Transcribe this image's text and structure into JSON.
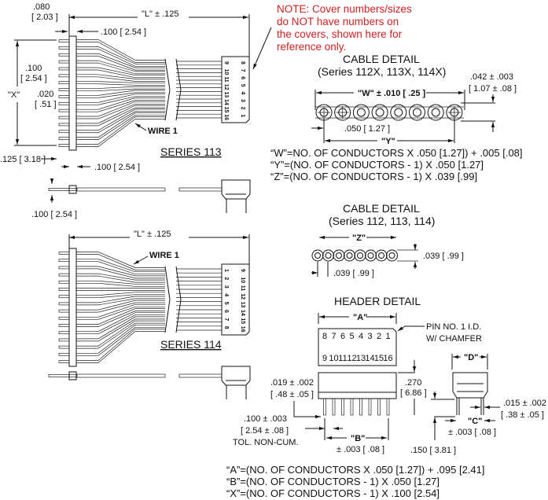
{
  "note": {
    "lines": [
      "NOTE: Cover numbers/sizes",
      "do NOT have numbers on",
      "the covers, shown here for",
      "reference only."
    ],
    "color": "#cc2222"
  },
  "series113": {
    "title": "SERIES 113",
    "length": "\"L\" ± .125",
    "dim_080": ".080",
    "dim_080_mm": "[ 2.03 ]",
    "dim_100_top": ".100 [ 2.54 ]",
    "dim_100_pitch": ".100",
    "dim_100_pitch_mm": "[ 2.54 ]",
    "x_label": "\"X\"",
    "dim_020": ".020",
    "dim_020_mm": "[ .51 ]",
    "dim_125": ".125 [ 3.18 ]",
    "dim_100_bottom": ".100 [ 2.54 ]",
    "wire1": "WIRE 1",
    "side_dim": ".100 [ 2.54 ]",
    "cover_numbers_left": [
      "9",
      "10",
      "11",
      "12",
      "13",
      "14",
      "15",
      "16"
    ],
    "cover_numbers_right": [
      "8",
      "7",
      "6",
      "5",
      "4",
      "3",
      "2",
      "1"
    ]
  },
  "series114": {
    "title": "SERIES 114",
    "length": "\"L\" ± .125",
    "wire1": "WIRE 1",
    "cover_numbers_left": [
      "1",
      "2",
      "3",
      "4",
      "5",
      "6",
      "7",
      "8"
    ],
    "cover_numbers_right": [
      "9",
      "10",
      "11",
      "12",
      "13",
      "14",
      "15",
      "16"
    ]
  },
  "cable_detail_1": {
    "title": "CABLE DETAIL",
    "subtitle": "(Series 112X, 113X, 114X)",
    "w_dim": "\"W\" ± .010 [ .25 ]",
    "pitch": ".050 [ 1.27 ]",
    "y_label": "\"Y\"",
    "thickness": ".042 ± .003",
    "thickness_mm": "[ 1.07 ± .08 ]",
    "formulas": [
      "“W”=NO. OF CONDUCTORS X .050 [1.27]) + .005 [.08]",
      "“Y”=(NO. OF CONDUCTORS - 1) X .050 [1.27]",
      "“Z”=(NO. OF CONDUCTORS - 1) X .039 [.99]"
    ]
  },
  "cable_detail_2": {
    "title": "CABLE DETAIL",
    "subtitle": "(Series 112, 113, 114)",
    "z_label": "\"Z\"",
    "thickness": ".039 [ .99 ]",
    "pitch": ".039 [ .99 ]"
  },
  "header_detail": {
    "title": "HEADER DETAIL",
    "a_label": "\"A\"",
    "pin_id": "PIN NO. 1 I.D.",
    "chamfer": "W/ CHAMFER",
    "top_row": [
      "8",
      "7",
      "6",
      "5",
      "4",
      "3",
      "2",
      "1"
    ],
    "bottom_row": [
      "9",
      "10",
      "11",
      "12",
      "13",
      "14",
      "15",
      "16"
    ],
    "height": ".270",
    "height_mm": "[ 6.86 ]",
    "pin_dia": ".019 ± .002",
    "pin_dia_mm": "[ .48 ± .05 ]",
    "pitch": ".100 ± .003",
    "pitch_mm": "[ 2.54 ± .08 ]",
    "tol": "TOL. NON-CUM.",
    "b_label": "\"B\"",
    "b_tol": "± .003 [ .08 ]",
    "leg": ".150 [ 3.81 ]",
    "d_label": "\"D\"",
    "c_label": "\"C\"",
    "c_tol": "± .003 [ .08 ]",
    "pin_thk": ".015 ± .002",
    "pin_thk_mm": "[ .38 ± .05 ]",
    "formulas": [
      "“A”=(NO. OF CONDUCTORS X .050 [1.27]) + .095 [2.41]",
      "“B”=(NO. OF CONDUCTORS - 1) X .050 [1.27]",
      "“X”=(NO. OF CONDUCTORS - 1) X .100 [2.54]"
    ]
  }
}
